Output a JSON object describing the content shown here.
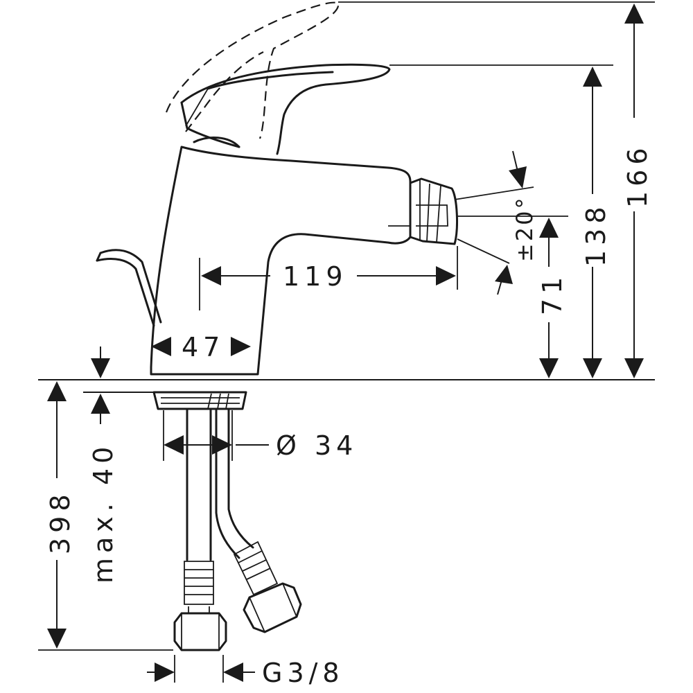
{
  "dimensions": {
    "overall_height": "166",
    "spout_height": "138",
    "outlet_height": "71",
    "outlet_swivel": "±20°",
    "spout_reach": "119",
    "body_width": "47",
    "mount_diameter": "Ø 34",
    "hose_length": "398",
    "max_counter_thickness": "max. 40",
    "connection_thread": "G3/8"
  }
}
